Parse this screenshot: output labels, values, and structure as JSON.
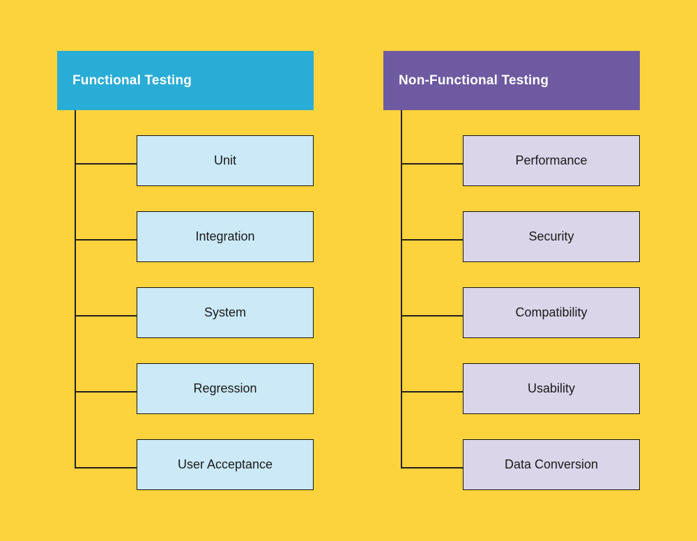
{
  "diagram": {
    "background_color": "#FCD33C",
    "connector_color": "#1F1F1F",
    "node_border_color": "#131313",
    "columns": [
      {
        "title": "Functional Testing",
        "header_color": "#29ACD6",
        "header_text_color": "#FFFFFF",
        "node_color": "#CBE9F6",
        "node_text_color": "#1A1A1A",
        "nodes": [
          "Unit",
          "Integration",
          "System",
          "Regression",
          "User Acceptance"
        ]
      },
      {
        "title": "Non-Functional Testing",
        "header_color": "#6E5AA0",
        "header_text_color": "#FFFFFF",
        "node_color": "#DAD5E8",
        "node_text_color": "#1A1A1A",
        "nodes": [
          "Performance",
          "Security",
          "Compatibility",
          "Usability",
          "Data Conversion"
        ]
      }
    ]
  }
}
